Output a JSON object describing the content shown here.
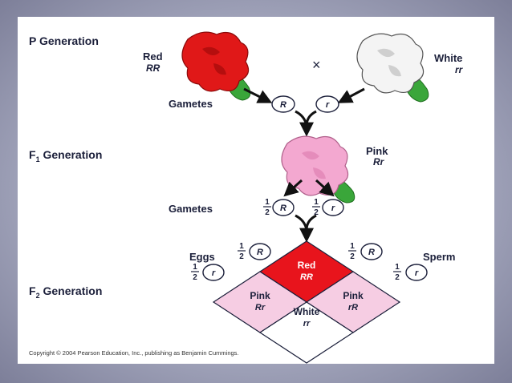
{
  "generations": {
    "p": "P Generation",
    "f1_main": "F",
    "f1_sub": "1",
    "f1_rest": " Generation",
    "f2_main": "F",
    "f2_sub": "2",
    "f2_rest": " Generation"
  },
  "parents": {
    "left_name": "Red",
    "left_genotype": "RR",
    "right_name": "White",
    "right_genotype": "rr",
    "cross_symbol": "×",
    "left_color": "#e01818",
    "right_color": "#f4f4f4"
  },
  "gametes_label": "Gametes",
  "p_gametes": [
    "R",
    "r"
  ],
  "f1": {
    "name": "Pink",
    "genotype": "Rr",
    "color": "#f3a8d0"
  },
  "f1_gametes": [
    {
      "fraction": "1/2",
      "allele": "R"
    },
    {
      "fraction": "1/2",
      "allele": "r"
    }
  ],
  "punnett": {
    "eggs_label": "Eggs",
    "sperm_label": "Sperm",
    "eggs": [
      {
        "fraction": "1/2",
        "allele": "R"
      },
      {
        "fraction": "1/2",
        "allele": "r"
      }
    ],
    "sperm": [
      {
        "fraction": "1/2",
        "allele": "R"
      },
      {
        "fraction": "1/2",
        "allele": "r"
      }
    ],
    "cells": {
      "top": {
        "name": "Red",
        "genotype": "RR"
      },
      "left": {
        "name": "Pink",
        "genotype": "Rr"
      },
      "right": {
        "name": "Pink",
        "genotype": "rR"
      },
      "bottom": {
        "name": "White",
        "genotype": "rr"
      }
    },
    "colors": {
      "red": "#e8141c",
      "pink": "#f6cde3",
      "white": "#ffffff"
    }
  },
  "copyright": "Copyright © 2004 Pearson Education, Inc., publishing as Benjamin Cummings."
}
